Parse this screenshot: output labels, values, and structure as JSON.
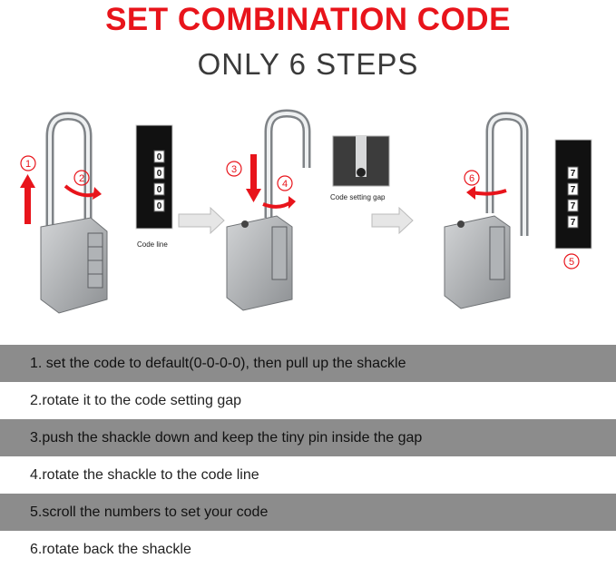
{
  "title": "SET COMBINATION CODE",
  "subtitle": "ONLY 6 STEPS",
  "colors": {
    "title": "#e8141b",
    "arrow": "#e8141b",
    "lock": "#a9abad",
    "band": "#8c8c8c"
  },
  "illustration": {
    "markers": [
      "1",
      "2",
      "3",
      "4",
      "5",
      "6"
    ],
    "labels": {
      "code_line": "Code line",
      "code_setting_gap": "Code setting gap"
    },
    "dials_default": [
      "0",
      "0",
      "0",
      "0"
    ],
    "dials_set": [
      "7",
      "7",
      "7",
      "7"
    ]
  },
  "steps": [
    "1. set the code to default(0-0-0-0), then pull up the shackle",
    "2.rotate it to the code setting gap",
    "3.push the shackle down and keep the tiny pin inside the gap",
    "4.rotate the shackle to the code line",
    "5.scroll the numbers to set your code",
    "6.rotate back the shackle"
  ]
}
